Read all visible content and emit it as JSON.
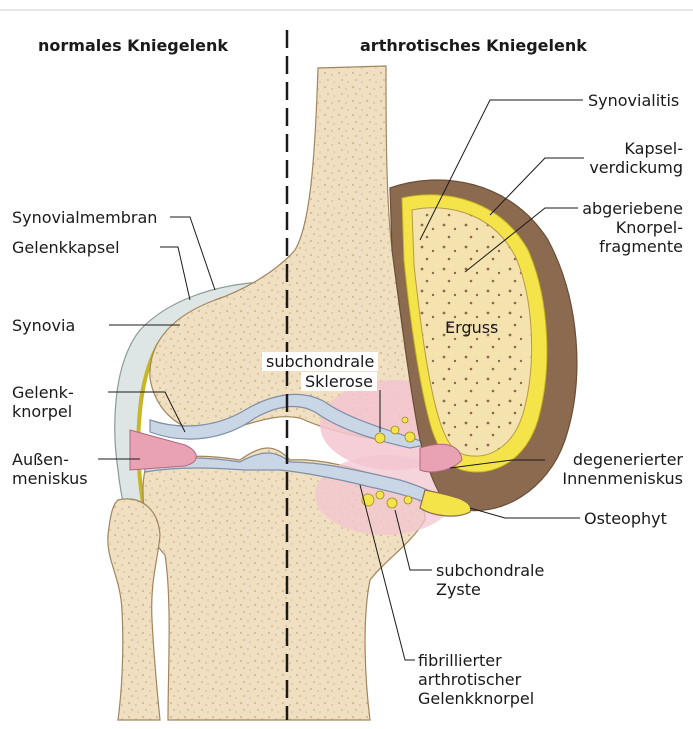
{
  "headings": {
    "left": "normales Kniegelenk",
    "right": "arthrotisches Kniegelenk"
  },
  "labels": {
    "synovialmembran": "Synovialmembran",
    "gelenkkapsel": "Gelenkkapsel",
    "synovia": "Synovia",
    "gelenkknorpel_1": "Gelenk-",
    "gelenkknorpel_2": "knorpel",
    "aussenmeniskus_1": "Außen-",
    "aussenmeniskus_2": "meniskus",
    "synovialitis": "Synovialitis",
    "kapselverdickung_1": "Kapsel-",
    "kapselverdickung_2": "verdickumg",
    "fragmente_1": "abgeriebene",
    "fragmente_2": "Knorpel-",
    "fragmente_3": "fragmente",
    "erguss": "Erguss",
    "sklerose_1": "subchondrale",
    "sklerose_2": "Sklerose",
    "innenmeniskus_1": "degenerierter",
    "innenmeniskus_2": "Innenmeniskus",
    "osteophyt": "Osteophyt",
    "zyste_1": "subchondrale",
    "zyste_2": "Zyste",
    "knorpel_fib_1": "fibrillierter",
    "knorpel_fib_2": "arthrotischer",
    "knorpel_fib_3": "Gelenkknorpel"
  },
  "colors": {
    "bone": "#f0dfc0",
    "bone_dot": "#d2bb93",
    "capsule_thick": "#8b6a4f",
    "synovitis_yellow": "#f4e44a",
    "effusion": "#f4e3ae",
    "cartilage": "#c9d6e6",
    "meniscus_pink": "#e8a2b4",
    "sclerosis_pink": "#f3c6d0",
    "capsule_normal": "#dde6e4"
  }
}
